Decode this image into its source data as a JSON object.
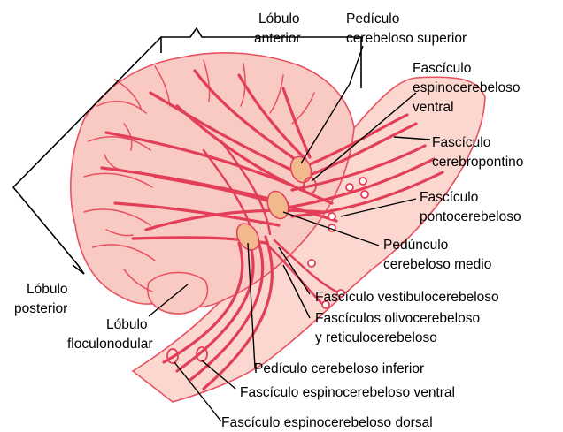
{
  "colors": {
    "cerebellum_fill": "#f9c9c4",
    "brainstem_fill": "#fbd7d0",
    "fiber": "#e23e57",
    "peduncle_fill": "#f2b98c",
    "label_text": "#000000"
  },
  "labels": {
    "lobulo_anterior": [
      "Lóbulo",
      "anterior"
    ],
    "pediculo_superior": [
      "Pedículo",
      "cerebeloso superior"
    ],
    "fasciculo_espino_ventral_top": [
      "Fascículo",
      "espinocerebeloso",
      "ventral"
    ],
    "fasciculo_cerebropontino": [
      "Fascículo",
      "cerebropontino"
    ],
    "fasciculo_pontocerebeloso": [
      "Fascículo",
      "pontocerebeloso"
    ],
    "pedunculo_medio": [
      "Pedúnculo",
      "cerebeloso medio"
    ],
    "fasciculo_vestibulocerebeloso": "Fascículo vestibulocerebeloso",
    "fasciculos_olivo_reticulo": [
      "Fascículos olivocerebeloso",
      "y reticulocerebeloso"
    ],
    "pediculo_inferior": "Pedículo cerebeloso inferior",
    "fasciculo_espino_ventral_bottom": "Fascículo espinocerebeloso ventral",
    "fasciculo_espino_dorsal": "Fascículo espinocerebeloso dorsal",
    "lobulo_posterior": [
      "Lóbulo",
      "posterior"
    ],
    "lobulo_floculonodular": [
      "Lóbulo",
      "floculonodular"
    ]
  }
}
